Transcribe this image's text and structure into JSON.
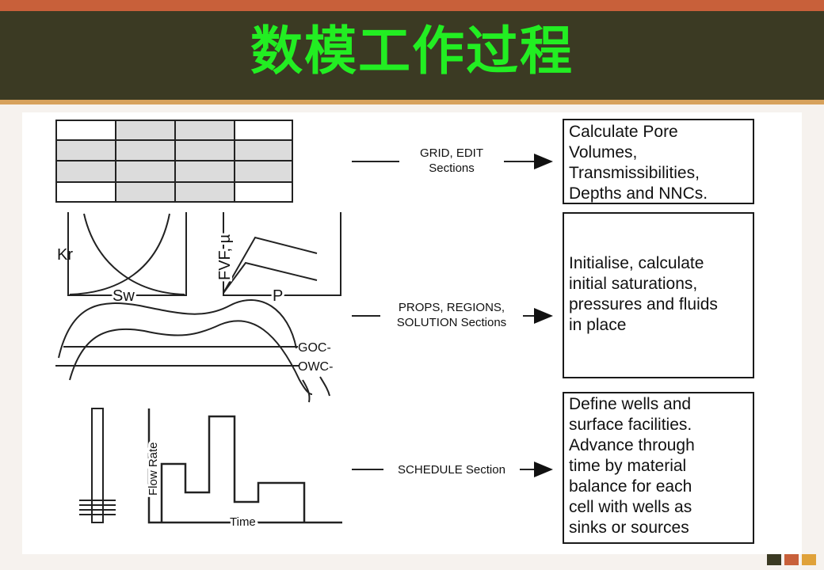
{
  "title": "数模工作过程",
  "steps": [
    {
      "arrow_label": [
        "GRID, EDIT",
        "Sections"
      ],
      "result_lines": [
        "Calculate Pore",
        "Volumes,",
        "Transmissibilities,",
        "Depths and NNCs."
      ]
    },
    {
      "arrow_label": [
        "PROPS, REGIONS,",
        "SOLUTION Sections"
      ],
      "result_lines": [
        "Initialise, calculate",
        "initial saturations,",
        "pressures and fluids",
        "in place"
      ]
    },
    {
      "arrow_label": [
        "SCHEDULE Section"
      ],
      "result_lines": [
        "Define wells and",
        "surface facilities.",
        "Advance through",
        "time by material",
        "balance for each",
        "cell with wells as",
        "sinks or sources"
      ]
    }
  ],
  "sketch_labels": {
    "kr": "Kr",
    "sw": "Sw",
    "fvf": "FVF, µ",
    "p": "P",
    "goc": "GOC",
    "owc": "OWC",
    "flow_rate": "Flow Rate",
    "time": "Time"
  },
  "colors": {
    "title": "#22ee22",
    "header_bg": "#3b3a23",
    "top_stripe": "#c8603a",
    "grid_shade": "#dcdcdc"
  }
}
